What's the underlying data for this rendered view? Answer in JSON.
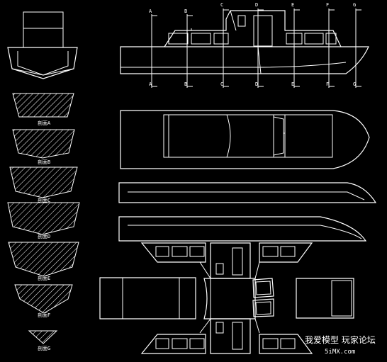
{
  "section_marks": [
    "A",
    "B",
    "C",
    "D",
    "E",
    "F",
    "G"
  ],
  "section_labels": [
    "剖面A",
    "剖面B",
    "剖面C",
    "剖面D",
    "剖面E",
    "剖面F",
    "剖面G"
  ],
  "watermark": {
    "title": "我爱模型 玩家论坛",
    "site": "5iMX.com"
  },
  "colors": {
    "background": "#000000",
    "line": "#ffffff"
  }
}
